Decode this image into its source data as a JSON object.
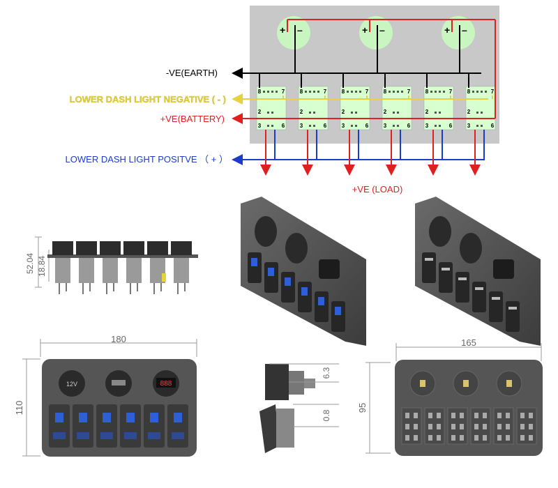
{
  "wiring": {
    "labels": {
      "earth": "-VE(EARTH)",
      "dash_negative": "LOWER DASH LIGHT NEGATIVE ( - )",
      "battery": "+VE(BATTERY)",
      "dash_positive": "LOWER DASH LIGHT POSITVE （ + ）",
      "load": "+VE (LOAD)"
    },
    "pin_labels": {
      "p8": "8",
      "p7": "7",
      "p2": "2",
      "p3": "3",
      "p6": "6"
    },
    "socket_signs": {
      "plus": "+",
      "minus": "–"
    },
    "switch_count": 6,
    "socket_count": 3,
    "colors": {
      "earth": "#000000",
      "battery": "#e02020",
      "dash_negative": "#e6d23c",
      "dash_positive": "#1a3cc8",
      "load": "#e02020",
      "panel": "#c8c8c8",
      "switch_fill": "#d7ffd0",
      "socket_fill": "#c8f5c0"
    }
  },
  "dimensions": {
    "side_height_total": "52.04",
    "side_height_body": "18.84",
    "front_width": "180",
    "front_height": "110",
    "switch_depth_top": "6.3",
    "switch_depth_bottom": "0.8",
    "back_width": "165",
    "back_height": "95"
  },
  "product": {
    "socket_12v_label": "12V",
    "voltmeter_reading": "888"
  },
  "icons": [
    "usb-icon",
    "voltmeter-icon",
    "rocker-switch-icon",
    "arrow-icon"
  ]
}
